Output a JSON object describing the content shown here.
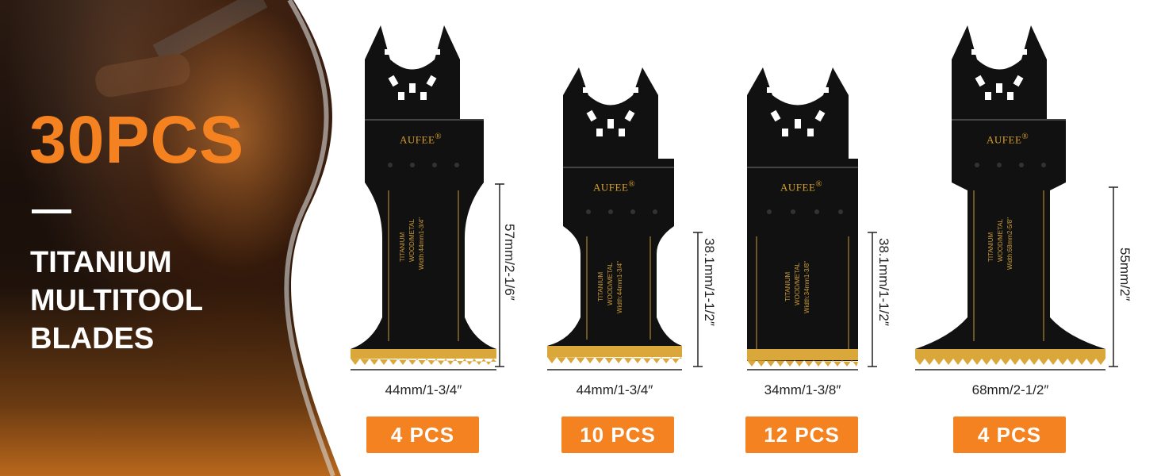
{
  "hero": {
    "quantity_title": "30PCS",
    "subtitle_lines": [
      "TITANIUM",
      "MULTITOOL",
      "BLADES"
    ]
  },
  "blades": [
    {
      "brand": "AUFEE",
      "brand_mark": "®",
      "width_label": "44mm/1-3/4″",
      "height_label": "57mm/2-1/6″",
      "quantity": "4 PCS"
    },
    {
      "brand": "AUFEE",
      "brand_mark": "®",
      "width_label": "44mm/1-3/4″",
      "height_label": "38.1mm/1-1/2″",
      "quantity": "10 PCS"
    },
    {
      "brand": "AUFEE",
      "brand_mark": "®",
      "width_label": "34mm/1-3/8″",
      "height_label": "38.1mm/1-1/2″",
      "quantity": "12 PCS"
    },
    {
      "brand": "AUFEE",
      "brand_mark": "®",
      "width_label": "68mm/2-1/2″",
      "height_label": "55mm/2″",
      "quantity": "4 PCS"
    }
  ],
  "colors": {
    "accent": "#f58220",
    "blade_body": "#111111",
    "blade_teeth": "#d9a73a",
    "text_dark": "#222222"
  }
}
